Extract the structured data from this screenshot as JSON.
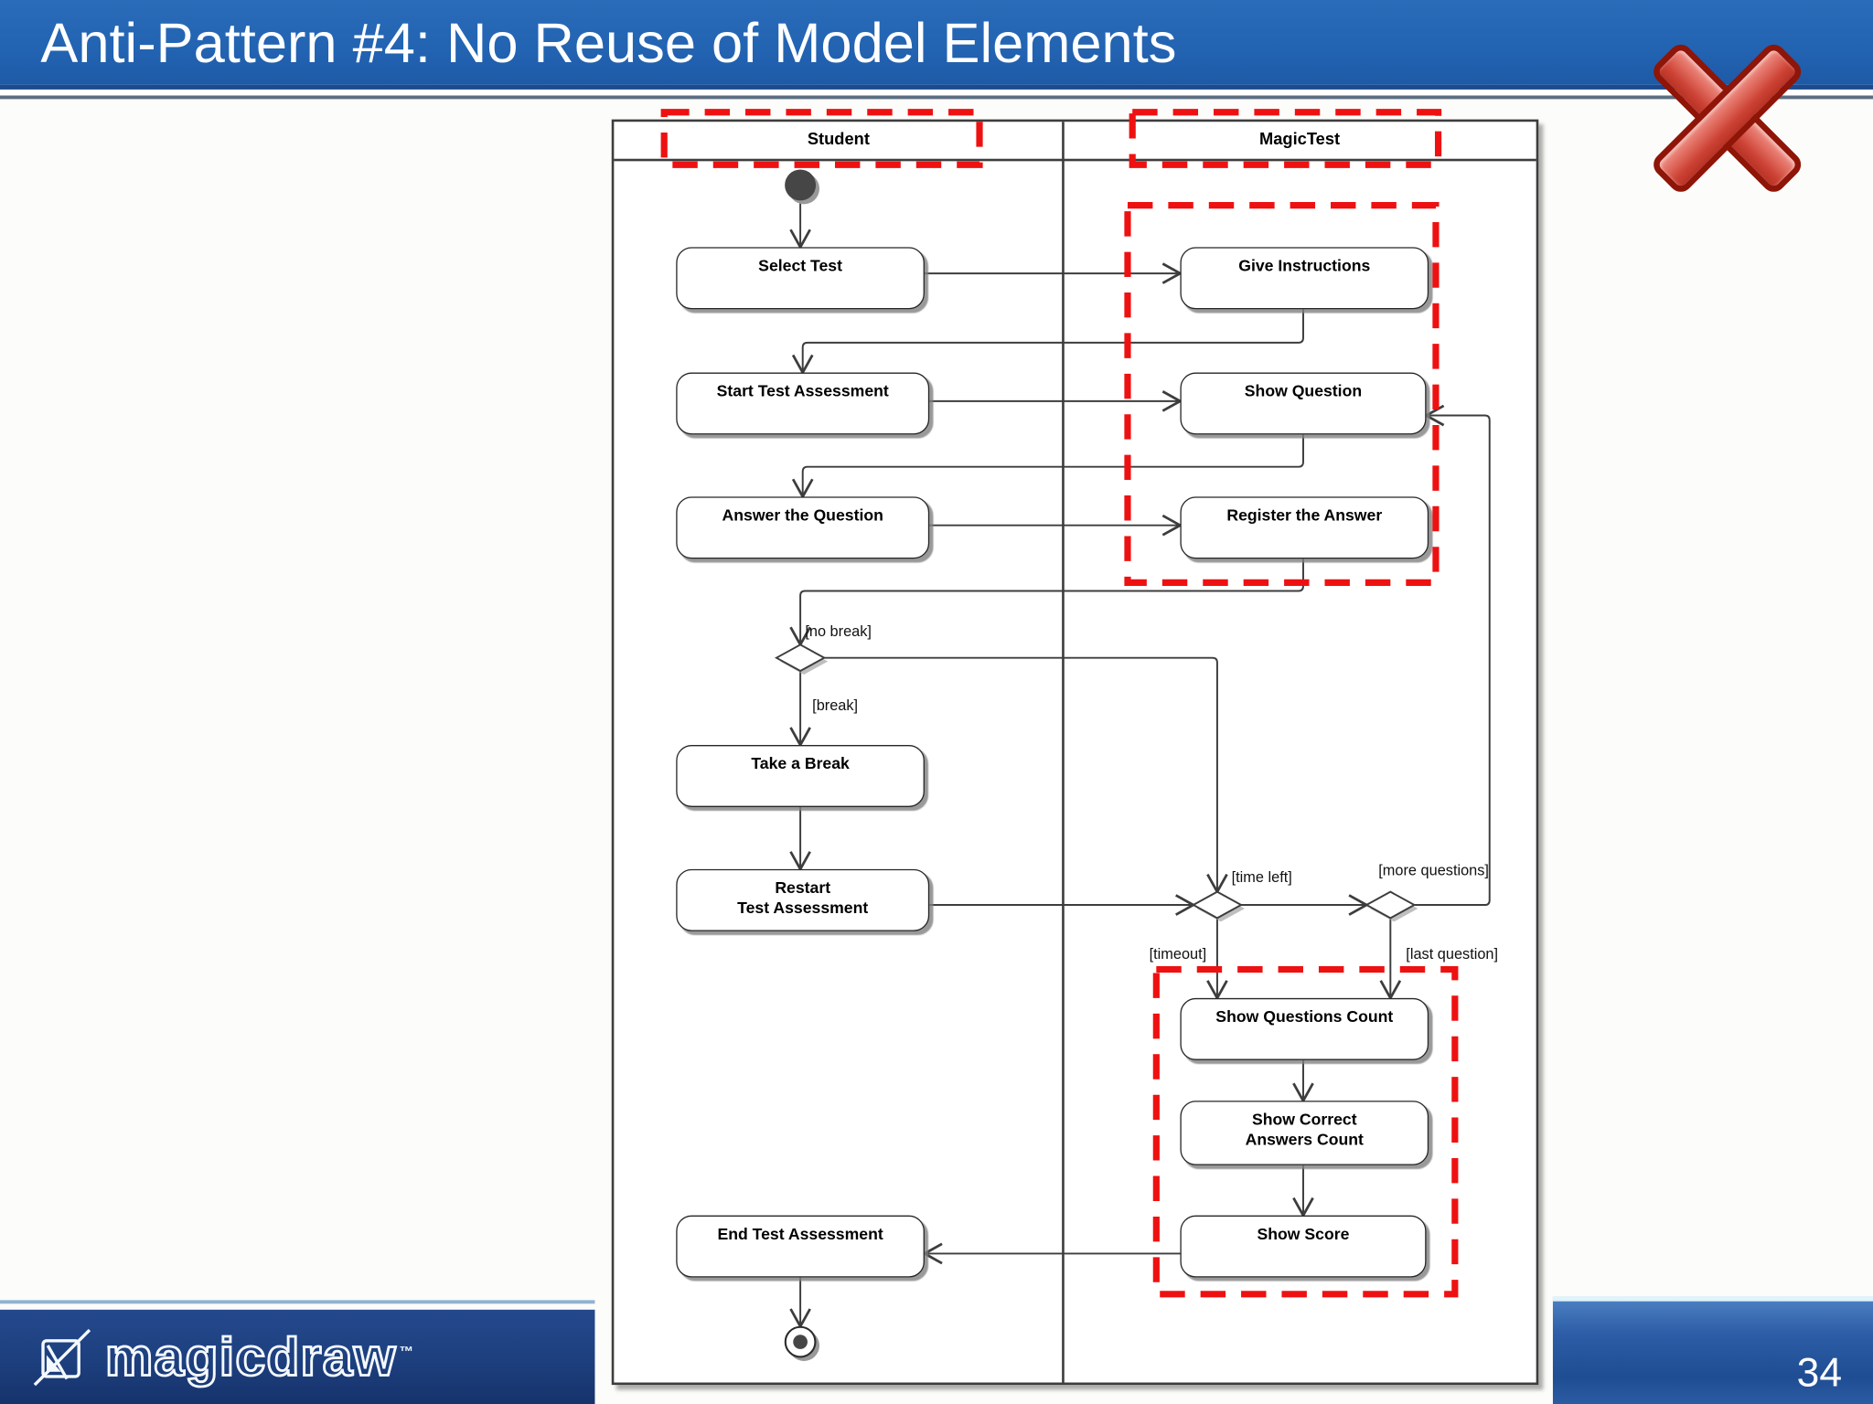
{
  "slide": {
    "title": "Anti-Pattern #4: No Reuse of Model Elements",
    "page_number": "34"
  },
  "brand": {
    "logo_text": "magicdraw",
    "trademark": "™"
  },
  "colors": {
    "title_bar_blue": "#2263b2",
    "highlight_red": "#ee1111",
    "footer_navy": "#1d3f7e",
    "sky_blue": "#2c5da6",
    "node_border": "#262626"
  },
  "diagram": {
    "lanes": [
      {
        "label": "Student"
      },
      {
        "label": "MagicTest"
      }
    ],
    "nodes": {
      "select_test": "Select Test",
      "give_instructions": "Give Instructions",
      "start_test_assessment": "Start Test Assessment",
      "show_question": "Show Question",
      "answer_the_question": "Answer the Question",
      "register_the_answer": "Register the Answer",
      "take_a_break": "Take a Break",
      "restart": {
        "line1": "Restart",
        "line2": "Test Assessment"
      },
      "show_questions_count": "Show Questions Count",
      "show_correct_answers_count": {
        "line1": "Show Correct",
        "line2": "Answers Count"
      },
      "show_score": "Show Score",
      "end_test_assessment": "End Test Assessment"
    },
    "guards": {
      "no_break": "[no break]",
      "break": "[break]",
      "time_left": "[time left]",
      "timeout": "[timeout]",
      "more_questions": "[more questions]",
      "last_question": "[last question]"
    }
  }
}
